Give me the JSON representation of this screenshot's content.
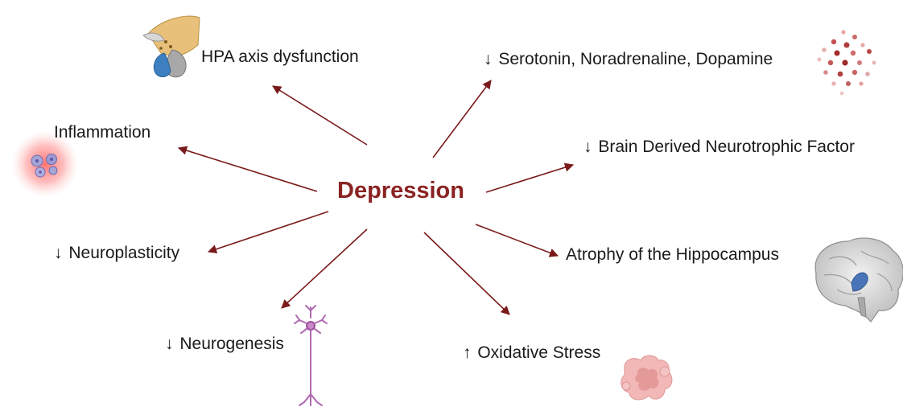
{
  "center": {
    "label": "Depression",
    "color": "#8b2323"
  },
  "colors": {
    "arrow": "#7a1a1a"
  },
  "nodes": [
    {
      "id": "hpa",
      "label": "HPA axis dysfunction",
      "prefix": "",
      "icon": "adrenal-gland-icon"
    },
    {
      "id": "monoamines",
      "label": "Serotonin, Noradrenaline, Dopamine",
      "prefix": "↓",
      "icon": "neurotransmitter-dots-icon"
    },
    {
      "id": "inflammation",
      "label": "Inflammation",
      "prefix": "",
      "icon": "inflamed-cells-icon"
    },
    {
      "id": "bdnf",
      "label": "Brain Derived Neurotrophic Factor",
      "prefix": "↓",
      "icon": ""
    },
    {
      "id": "neuroplasticity",
      "label": "Neuroplasticity",
      "prefix": "↓",
      "icon": ""
    },
    {
      "id": "hippocampus",
      "label": "Atrophy of the Hippocampus",
      "prefix": "",
      "icon": "brain-hippocampus-icon"
    },
    {
      "id": "neurogenesis",
      "label": "Neurogenesis",
      "prefix": "↓",
      "icon": "neuron-icon"
    },
    {
      "id": "oxidative",
      "label": "Oxidative Stress",
      "prefix": "↑",
      "icon": "damaged-cell-icon"
    }
  ]
}
